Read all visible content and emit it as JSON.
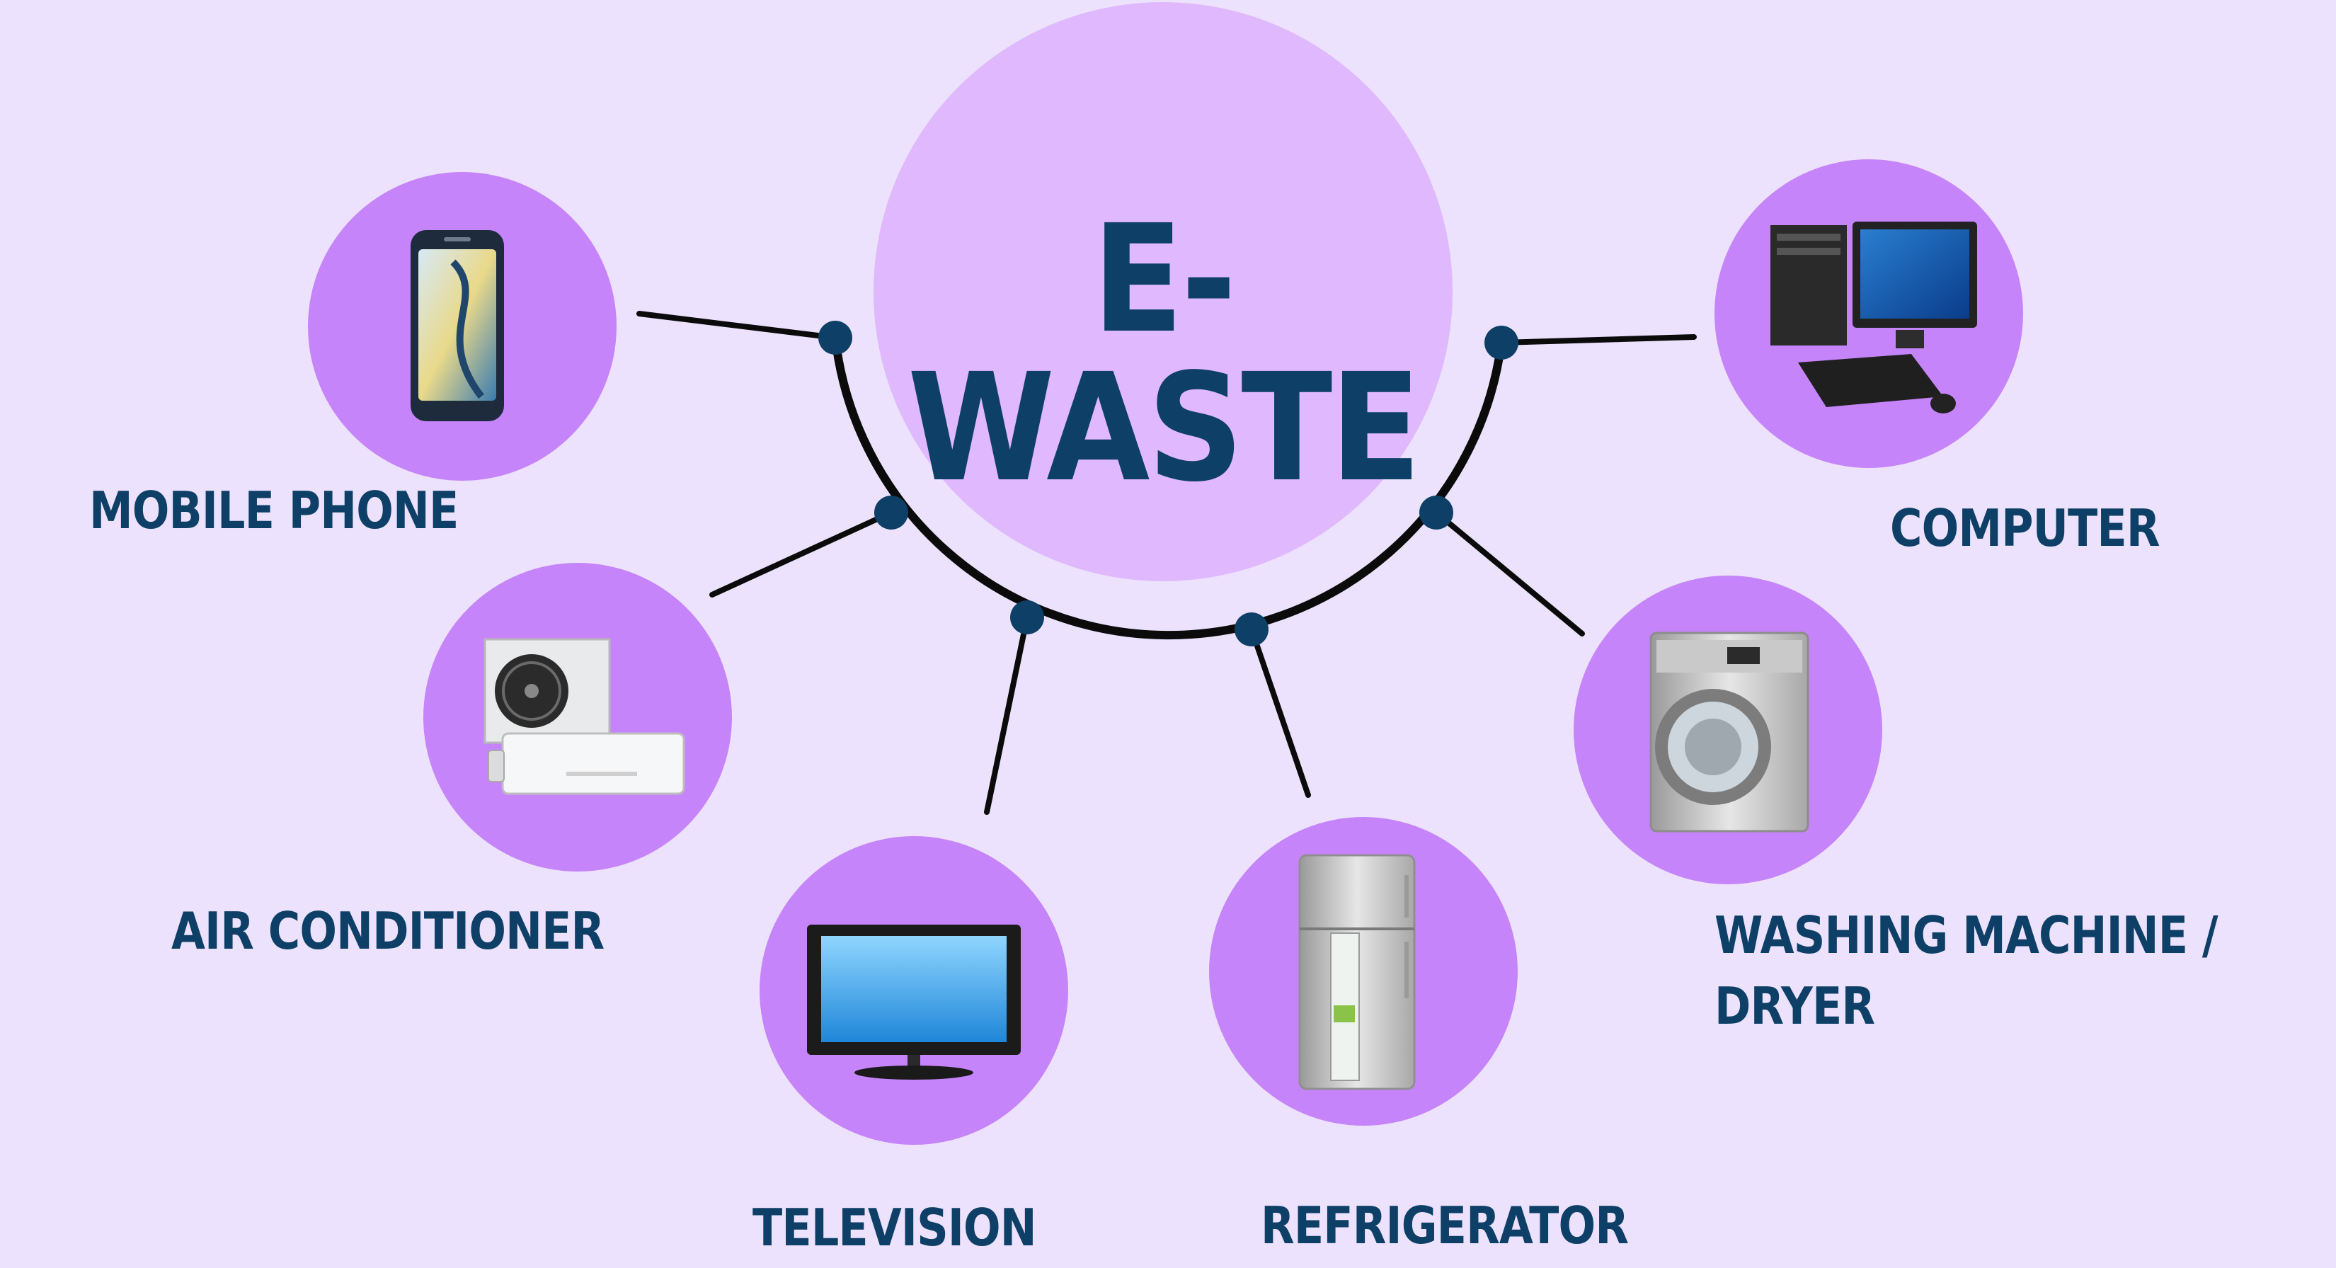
{
  "title": "E-WASTE",
  "colors": {
    "background": "#ece2fd",
    "center_circle": "#e0b8fd",
    "item_circle": "#c684fb",
    "text": "#0e3f66",
    "arc": "#0b0b0b",
    "node": "#0e3f66"
  },
  "items": [
    {
      "label": "MOBILE PHONE",
      "icon": "mobile-phone-icon"
    },
    {
      "label": "AIR CONDITIONER",
      "icon": "air-conditioner-icon"
    },
    {
      "label": "TELEVISION",
      "icon": "television-icon"
    },
    {
      "label": "REFRIGERATOR",
      "icon": "refrigerator-icon"
    },
    {
      "label": "WASHING MACHINE /",
      "label_line2": "DRYER",
      "icon": "washing-machine-icon"
    },
    {
      "label": "COMPUTER",
      "icon": "computer-icon"
    }
  ]
}
